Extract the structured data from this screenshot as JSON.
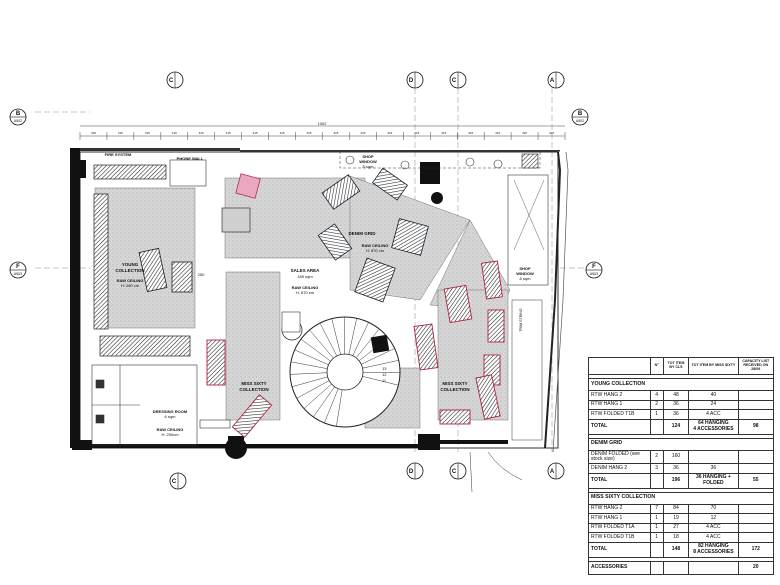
{
  "grid": {
    "b_label": "B",
    "c_label": "C",
    "d_label": "D",
    "f_label": "F",
    "sheet_ref": "A502",
    "sheet_ref_2": "A503"
  },
  "dimensions": {
    "overall": "1002",
    "segments": [
      "415",
      "415",
      "415",
      "415",
      "415",
      "415",
      "415",
      "415",
      "415",
      "415",
      "415",
      "415",
      "415",
      "415",
      "415",
      "415",
      "415",
      "415"
    ]
  },
  "labels": {
    "fire_system": "FIRE SYSTEM",
    "phone_wall": "PHONE WALL",
    "shop_window_top_1": "SHOP",
    "shop_window_top_2": "WINDOW",
    "shop_window_top_3": "8 sqm",
    "shop_window_right_1": "SHOP",
    "shop_window_right_2": "WINDOW",
    "shop_window_right_3": "8 sqm",
    "trim_string": "TRIM STRING",
    "young_1": "YOUNG",
    "young_2": "COLLECTION",
    "raw_ceiling_a_1": "RAW CEILING",
    "raw_ceiling_a_2": "H: 280 cm",
    "sales_1": "SALES AREA",
    "sales_2": "189 sqm",
    "raw_ceiling_b_1": "RAW CEILING",
    "raw_ceiling_b_2": "H: 870 cm",
    "denim_grid": "DENIM GRID",
    "raw_ceiling_c_1": "RAW CEILING",
    "raw_ceiling_c_2": "H: 870 cm",
    "miss_left_1": "MISS SIXTY",
    "miss_left_2": "COLLECTION",
    "miss_right_1": "MISS SIXTY",
    "miss_right_2": "COLLECTION",
    "dressing_1": "DRESSING ROOM",
    "dressing_2": "6 sqm",
    "raw_ceiling_d_1": "RAW CEILING",
    "raw_ceiling_d_2": "H: 250cm",
    "dim_250": "250",
    "stair_numbers": [
      "13",
      "12",
      "11",
      "10",
      "9",
      "8",
      "7",
      "6",
      "5",
      "4",
      "3",
      "2",
      "1"
    ]
  },
  "schedule": {
    "headers": [
      "",
      "N°",
      "TOT ITEM BY CLS",
      "TOT ITEM BY MISS SIXTY",
      "CAPACITY LIST RECEIVED ON 28/09"
    ],
    "sections": [
      {
        "title": "YOUNG COLLECTION",
        "rows": [
          [
            "RTW HANG 2",
            "4",
            "48",
            "40",
            ""
          ],
          [
            "RTW HANG 1",
            "2",
            "36",
            "24",
            ""
          ],
          [
            "RTW FOLDED T1B",
            "1",
            "36",
            "4 ACC",
            ""
          ]
        ],
        "total": [
          "TOTAL",
          "",
          "124",
          "64 HANGING\n4 ACCESSORIES",
          "98"
        ]
      },
      {
        "title": "DENIM GRID",
        "rows": [
          [
            "DENIM FOLDED (see stock size)",
            "2",
            "160",
            "",
            ""
          ],
          [
            "DENIM HANG 2",
            "3",
            "36",
            "36",
            ""
          ]
        ],
        "total": [
          "TOTAL",
          "",
          "196",
          "36 HANGING + FOLDED",
          "55"
        ]
      },
      {
        "title": "MISS SIXTY COLLECTION",
        "rows": [
          [
            "RTW HANG 2",
            "7",
            "84",
            "70",
            ""
          ],
          [
            "RTW HANG 1",
            "1",
            "19",
            "12",
            ""
          ],
          [
            "RTW FOLDED T1A",
            "1",
            "27",
            "4 ACC",
            ""
          ],
          [
            "RTW FOLDED T1B",
            "1",
            "18",
            "4 ACC",
            ""
          ]
        ],
        "total": [
          "TOTAL",
          "",
          "148",
          "82 HANGING\n8 ACCESSORIES",
          "172"
        ]
      }
    ],
    "accessories": [
      "ACCESSORIES",
      "",
      "",
      "",
      "20"
    ]
  }
}
